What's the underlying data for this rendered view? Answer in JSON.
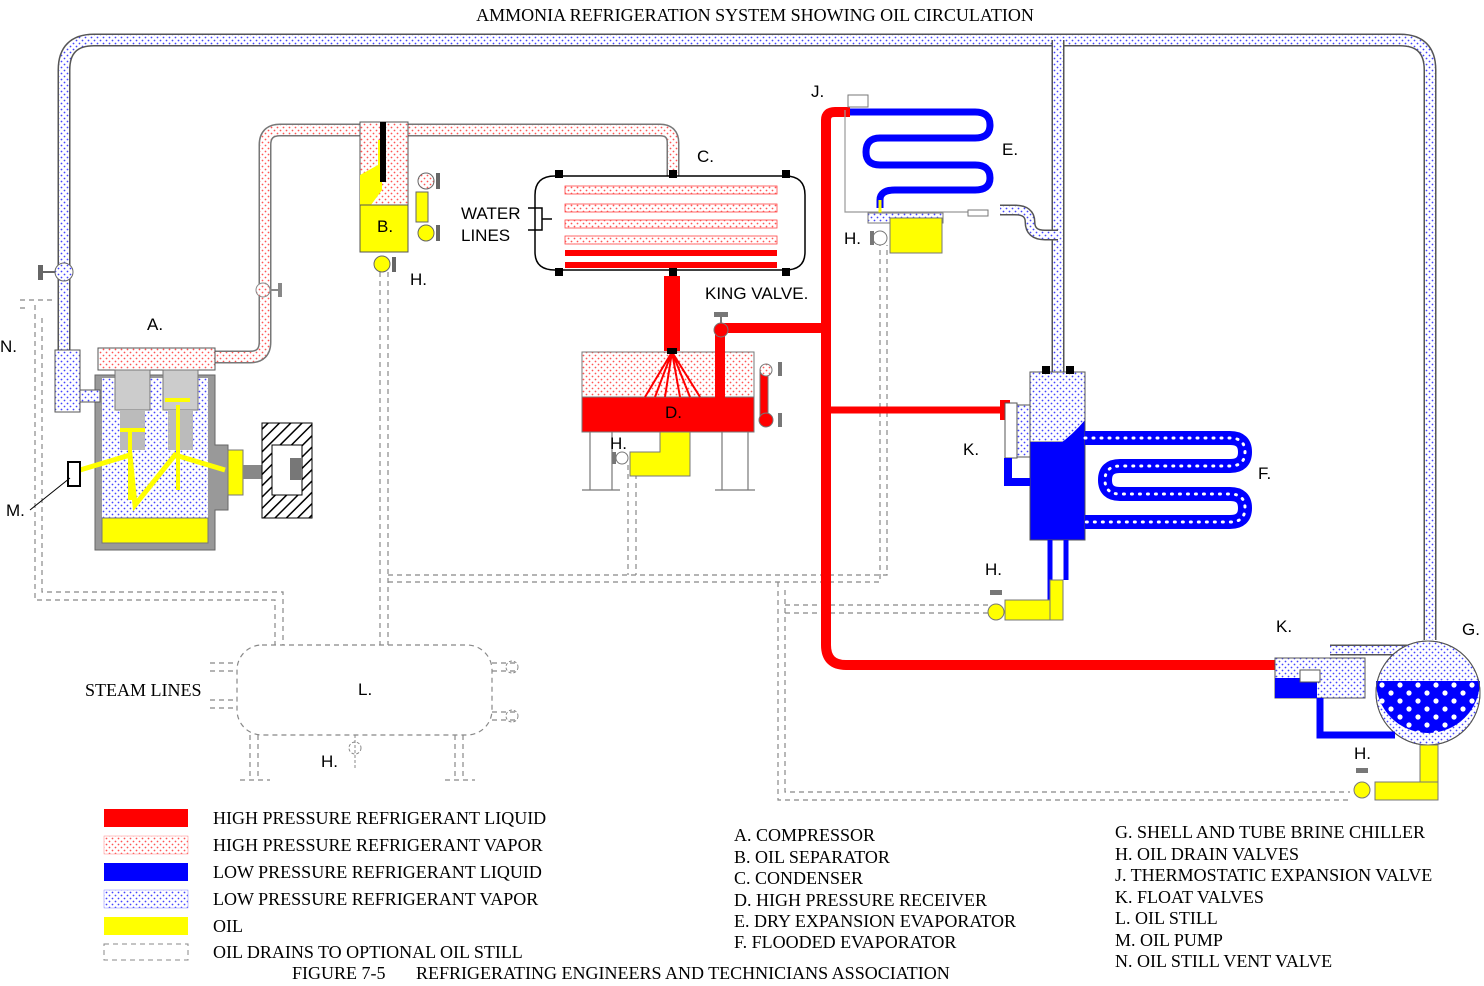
{
  "title": "AMMONIA REFRIGERATION SYSTEM SHOWING OIL CIRCULATION",
  "colors": {
    "hp_liquid": "#ff0000",
    "hp_vapor_dot": "#ff6666",
    "lp_liquid": "#0000ff",
    "lp_vapor_dot": "#5555ff",
    "oil": "#ffff00",
    "outline": "#777777",
    "drain": "#888888"
  },
  "component_labels": {
    "a": "A.",
    "b": "B.",
    "c": "C.",
    "d": "D.",
    "e": "E.",
    "f": "F.",
    "g": "G.",
    "j": "J.",
    "k1": "K.",
    "k2": "K.",
    "l": "L.",
    "m": "M.",
    "n": "N.",
    "h_sep": "H.",
    "h_rec": "H.",
    "h_dx": "H.",
    "h_flood": "H.",
    "h_still": "H.",
    "h_chill": "H."
  },
  "water_lines": {
    "line1": "WATER",
    "line2": "LINES"
  },
  "king_valve": "KING VALVE.",
  "steam_lines": "STEAM LINES",
  "legend": [
    {
      "key": "hp_liquid",
      "text": "HIGH PRESSURE REFRIGERANT LIQUID"
    },
    {
      "key": "hp_vapor",
      "text": "HIGH PRESSURE REFRIGERANT VAPOR"
    },
    {
      "key": "lp_liquid",
      "text": "LOW PRESSURE REFRIGERANT LIQUID"
    },
    {
      "key": "lp_vapor",
      "text": "LOW PRESSURE REFRIGERANT VAPOR"
    },
    {
      "key": "oil",
      "text": "OIL"
    },
    {
      "key": "drain",
      "text": "OIL DRAINS TO OPTIONAL OIL STILL"
    }
  ],
  "key_list_1": [
    "A. COMPRESSOR",
    "B. OIL SEPARATOR",
    "C. CONDENSER",
    "D. HIGH PRESSURE RECEIVER",
    "E. DRY EXPANSION EVAPORATOR",
    "F. FLOODED EVAPORATOR"
  ],
  "key_list_2": [
    "G. SHELL AND TUBE BRINE CHILLER",
    "H. OIL DRAIN VALVES",
    "J. THERMOSTATIC EXPANSION VALVE",
    "K. FLOAT VALVES",
    "L. OIL STILL",
    "M. OIL PUMP",
    "N.  OIL STILL VENT VALVE"
  ],
  "footer": {
    "figure": "FIGURE 7-5",
    "source": "REFRIGERATING ENGINEERS AND TECHNICIANS ASSOCIATION"
  }
}
